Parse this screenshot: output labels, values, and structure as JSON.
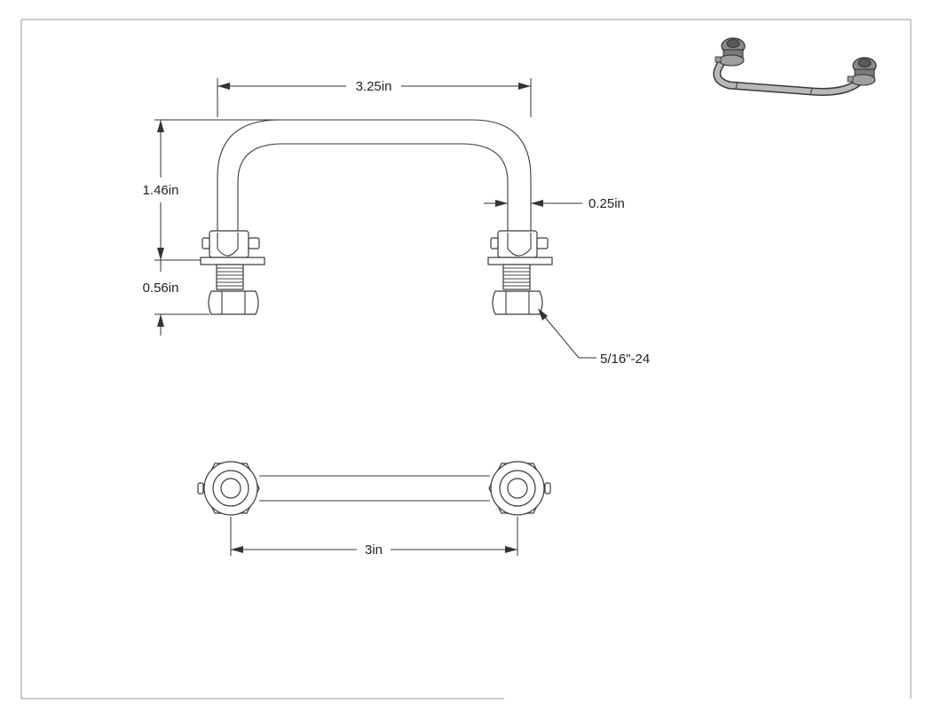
{
  "drawing": {
    "dimensions": {
      "overall_width": "3.25in",
      "height": "1.46in",
      "rod_diameter": "0.25in",
      "stud_length": "0.56in",
      "thread_spec": "5/16\"-24",
      "center_spacing": "3in"
    },
    "colors": {
      "line": "#3a3a3a",
      "paper": "#ffffff",
      "shade": "#9a9a9a"
    }
  }
}
